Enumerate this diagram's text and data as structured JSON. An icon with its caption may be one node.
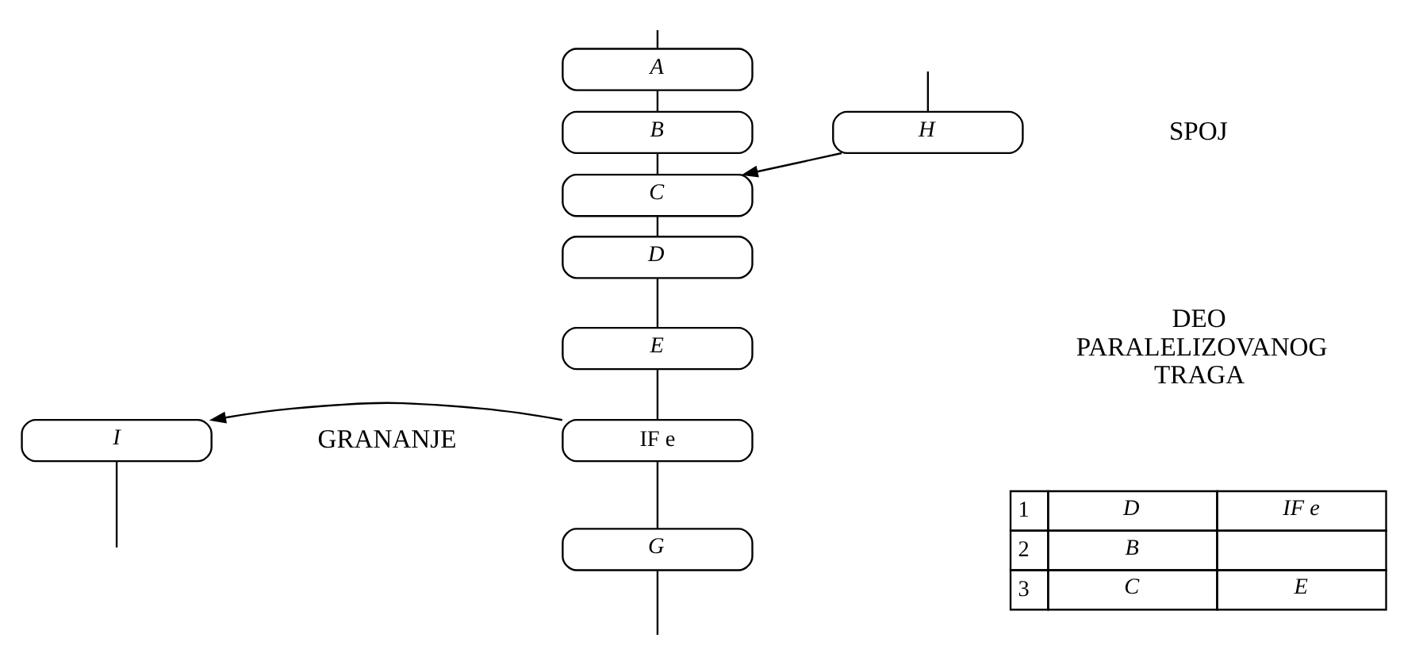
{
  "diagram": {
    "nodes": [
      {
        "text": [
          "A"
        ]
      },
      {
        "text": [
          "B"
        ]
      },
      {
        "text": [
          "C"
        ]
      },
      {
        "text": [
          "D"
        ]
      },
      {
        "text": [
          "E"
        ]
      },
      {
        "text": [
          "IF e"
        ]
      },
      {
        "text": [
          "G"
        ]
      },
      {
        "text": [
          "H"
        ]
      },
      {
        "text": [
          "I"
        ]
      }
    ],
    "edges": [
      {
        "from": null,
        "to": 0,
        "arrow": "none"
      },
      {
        "from": 0,
        "to": 1,
        "arrow": "none"
      },
      {
        "from": 1,
        "to": 2,
        "arrow": "none"
      },
      {
        "from": 7,
        "to": 2,
        "arrow": "to"
      },
      {
        "from": null,
        "to": 7,
        "arrow": "none"
      },
      {
        "from": 2,
        "to": 3,
        "arrow": "none"
      },
      {
        "from": 3,
        "to": 4,
        "arrow": "none"
      },
      {
        "from": 4,
        "to": 5,
        "arrow": "none"
      },
      {
        "from": 5,
        "to": 6,
        "arrow": "none"
      },
      {
        "from": 5,
        "to": 8,
        "arrow": "to"
      },
      {
        "from": 8,
        "to": null,
        "arrow": "none"
      },
      {
        "from": 6,
        "to": null,
        "arrow": "none"
      }
    ],
    "labels": [
      "SPOJ",
      "DEO PARALELIZOVANOG TRAGA",
      "GRANANJE",
      "1",
      "D",
      "IF e",
      "2",
      "B",
      "3",
      "C",
      "E"
    ]
  }
}
